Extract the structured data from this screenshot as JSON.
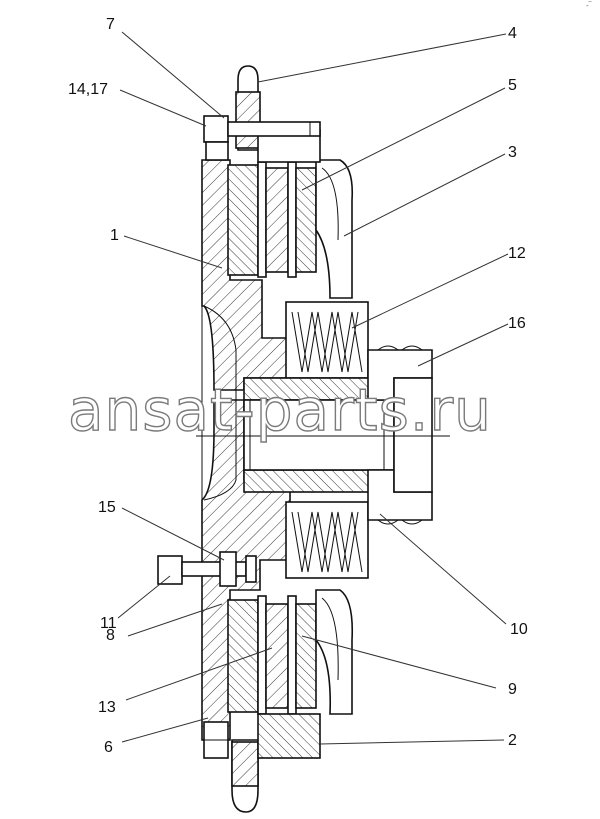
{
  "watermark": "ansat-parts.ru",
  "corner_mark": "-‾",
  "callouts": [
    {
      "label": "7"
    },
    {
      "label": "4"
    },
    {
      "label": "14,17"
    },
    {
      "label": "5"
    },
    {
      "label": "3"
    },
    {
      "label": "1"
    },
    {
      "label": "12"
    },
    {
      "label": "16"
    },
    {
      "label": "15"
    },
    {
      "label": "11"
    },
    {
      "label": "10"
    },
    {
      "label": "8"
    },
    {
      "label": "9"
    },
    {
      "label": "13"
    },
    {
      "label": "6"
    },
    {
      "label": "2"
    }
  ]
}
